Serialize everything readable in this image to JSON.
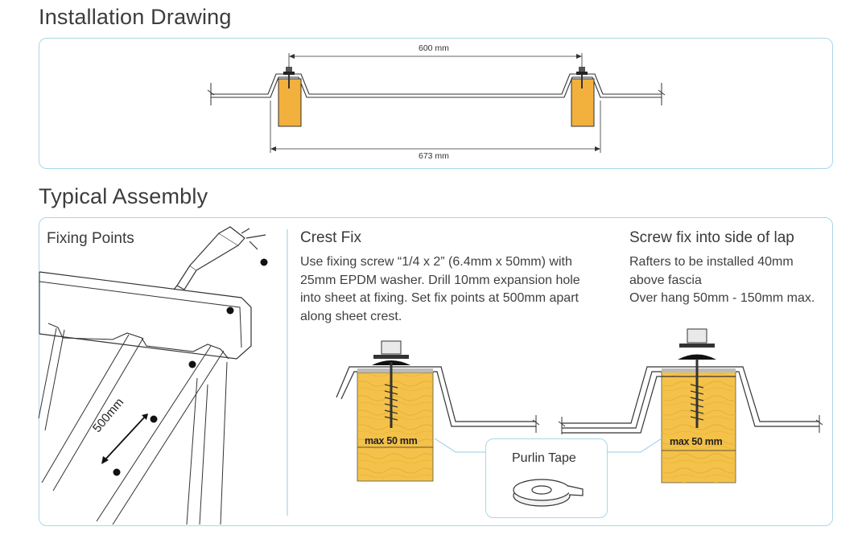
{
  "installation_drawing": {
    "title": "Installation Drawing",
    "dimension_top": "600 mm",
    "dimension_bottom": "673 mm"
  },
  "typical_assembly": {
    "title": "Typical Assembly",
    "fixing_points": {
      "title": "Fixing Points",
      "spacing_label": "500mm"
    },
    "crest_fix": {
      "title": "Crest Fix",
      "lines": [
        "Use fixing screw “1/4 x 2” (6.4mm x 50mm) with",
        "25mm EPDM washer. Drill 10mm expansion hole",
        "into sheet at fixing. Set fix points at 500mm apart",
        "along sheet crest."
      ],
      "max_label": "max 50 mm"
    },
    "side_lap": {
      "title": "Screw fix into side of lap",
      "lines": [
        "Rafters to be installed 40mm",
        "above fascia",
        "Over hang 50mm - 150mm max."
      ],
      "max_label": "max 50 mm"
    },
    "purlin_tape": {
      "label": "Purlin Tape"
    }
  },
  "colors": {
    "panel_border": "#a9d7e8",
    "timber": "#f4c24a",
    "timber_grain": "#e3a92a",
    "purlin": "#f2b03d",
    "sheet_stroke": "#333333",
    "tape_line": "#a9d7e8"
  }
}
